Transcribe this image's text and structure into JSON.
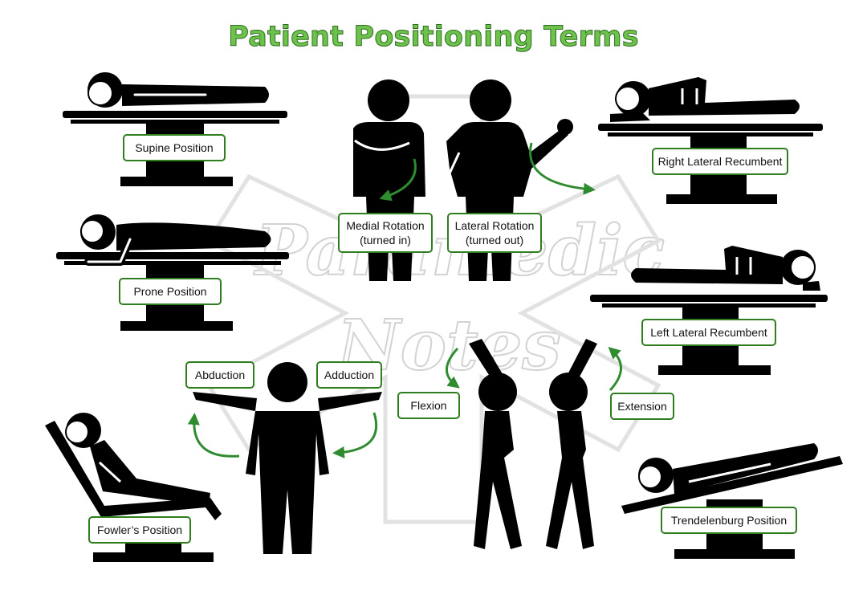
{
  "title": "Patient Positioning Terms",
  "watermark": [
    "Paramedic",
    "Notes"
  ],
  "colors": {
    "title": "#6cc24a",
    "border": "#2e7d1e",
    "arrow": "#2e8b2e",
    "figure": "#000000"
  },
  "labels": {
    "supine": "Supine Position",
    "prone": "Prone Position",
    "medial_rotation": [
      "Medial Rotation",
      "(turned in)"
    ],
    "lateral_rotation": [
      "Lateral Rotation",
      "(turned out)"
    ],
    "right_lateral": "Right Lateral Recumbent",
    "left_lateral": "Left Lateral Recumbent",
    "abduction": "Abduction",
    "adduction": "Adduction",
    "flexion": "Flexion",
    "extension": "Extension",
    "fowlers": "Fowler’s Position",
    "trendelenburg": "Trendelenburg Position"
  }
}
